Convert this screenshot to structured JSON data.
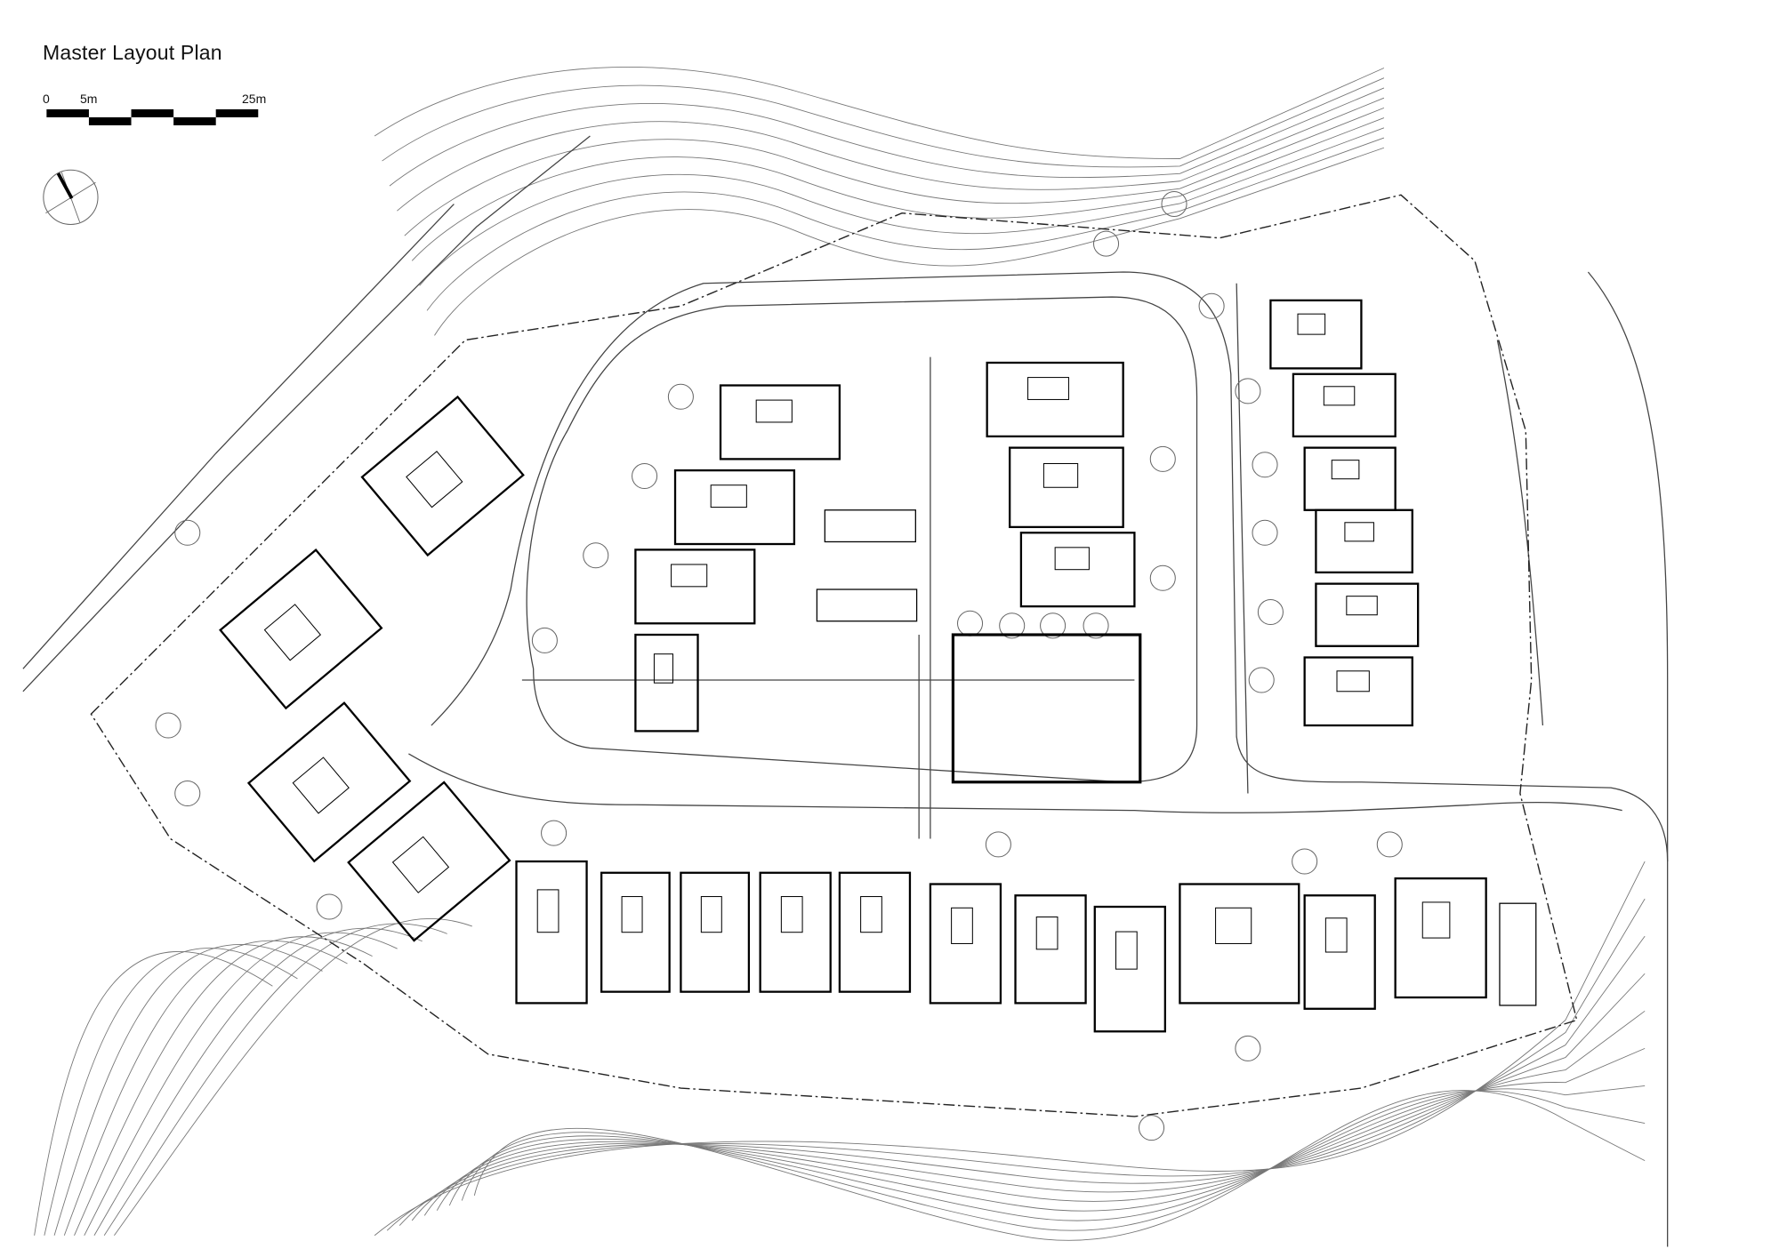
{
  "title": "Master Layout Plan",
  "scale_bar": {
    "labels": [
      "0",
      "5m",
      "25m"
    ],
    "unit": "m",
    "segments": 5
  },
  "north_arrow": {
    "icon": "north-arrow-icon"
  },
  "colors": {
    "line": "#111111",
    "background": "#ffffff",
    "thin_line": "#555555"
  }
}
